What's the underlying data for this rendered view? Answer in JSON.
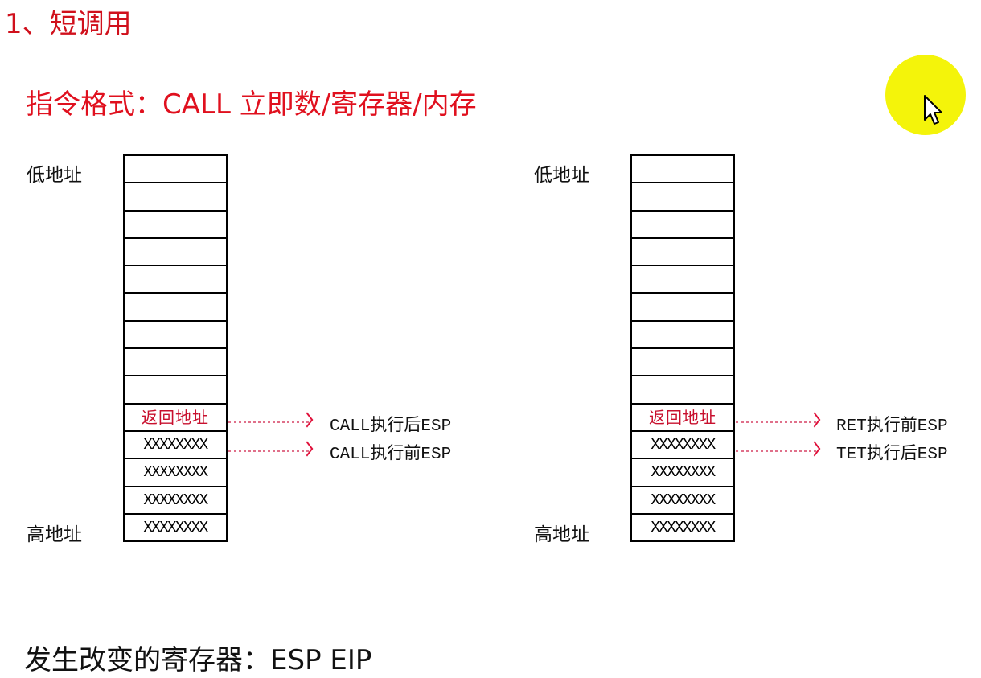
{
  "title": "1、短调用",
  "instruction_format": "指令格式：CALL 立即数/寄存器/内存",
  "diagrams": [
    {
      "low_address_label": "低地址",
      "high_address_label": "高地址",
      "cells": [
        "",
        "",
        "",
        "",
        "",
        "",
        "",
        "",
        "",
        "返回地址",
        "XXXXXXXX",
        "XXXXXXXX",
        "XXXXXXXX",
        "XXXXXXXX"
      ],
      "pointer_labels": [
        "CALL执行后ESP",
        "CALL执行前ESP"
      ]
    },
    {
      "low_address_label": "低地址",
      "high_address_label": "高地址",
      "cells": [
        "",
        "",
        "",
        "",
        "",
        "",
        "",
        "",
        "",
        "返回地址",
        "XXXXXXXX",
        "XXXXXXXX",
        "XXXXXXXX",
        "XXXXXXXX"
      ],
      "pointer_labels": [
        "RET执行前ESP",
        "TET执行后ESP"
      ]
    }
  ],
  "changed_registers": "发生改变的寄存器：ESP EIP",
  "colors": {
    "accent_red": "#e0101e",
    "cursor_highlight": "#f4f40a"
  },
  "icons": {
    "cursor": "mouse-pointer-icon"
  }
}
